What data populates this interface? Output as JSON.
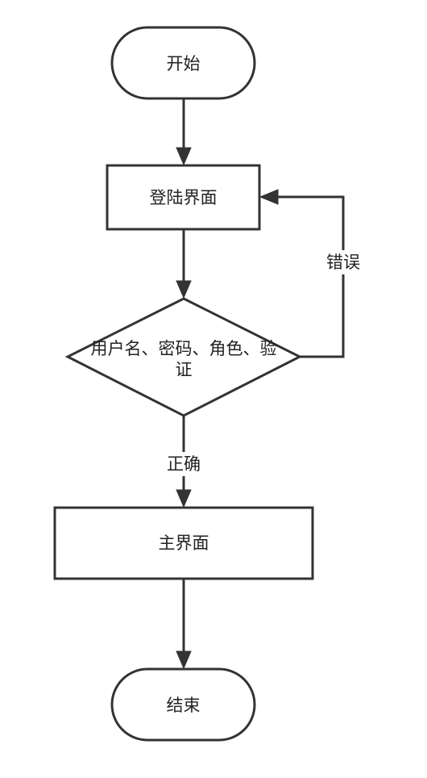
{
  "diagram": {
    "nodes": {
      "start": "开始",
      "login": "登陆界面",
      "verify_line1": "用户名、密码、角色、验",
      "verify_line2": "证",
      "main": "主界面",
      "end": "结束"
    },
    "edges": {
      "error": "错误",
      "correct": "正确"
    }
  }
}
